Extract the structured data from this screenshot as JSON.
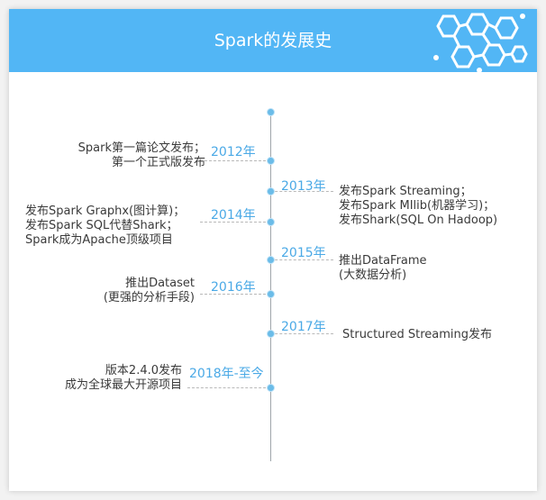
{
  "header": {
    "title": "Spark的发展史",
    "color": "#52b6f5"
  },
  "timeline": [
    {
      "year": "2012年",
      "side": "left",
      "lines": [
        "Spark第一篇论文发布；",
        "第一个正式版发布"
      ]
    },
    {
      "year": "2013年",
      "side": "right",
      "lines": [
        "发布Spark Streaming；",
        "发布Spark MIlib(机器学习)；",
        "发布Shark(SQL On Hadoop)"
      ]
    },
    {
      "year": "2014年",
      "side": "left",
      "lines": [
        "发布Spark Graphx(图计算)；",
        "发布Spark SQL代替Shark；",
        "Spark成为Apache顶级项目"
      ]
    },
    {
      "year": "2015年",
      "side": "right",
      "lines": [
        "推出DataFrame",
        "(大数据分析)"
      ]
    },
    {
      "year": "2016年",
      "side": "left",
      "lines": [
        "推出Dataset",
        "(更强的分析手段)"
      ]
    },
    {
      "year": "2017年",
      "side": "right",
      "lines": [
        "Structured Streaming发布"
      ]
    },
    {
      "year": "2018年-至今",
      "side": "left",
      "lines": [
        "版本2.4.0发布",
        "成为全球最大开源项目"
      ]
    }
  ]
}
